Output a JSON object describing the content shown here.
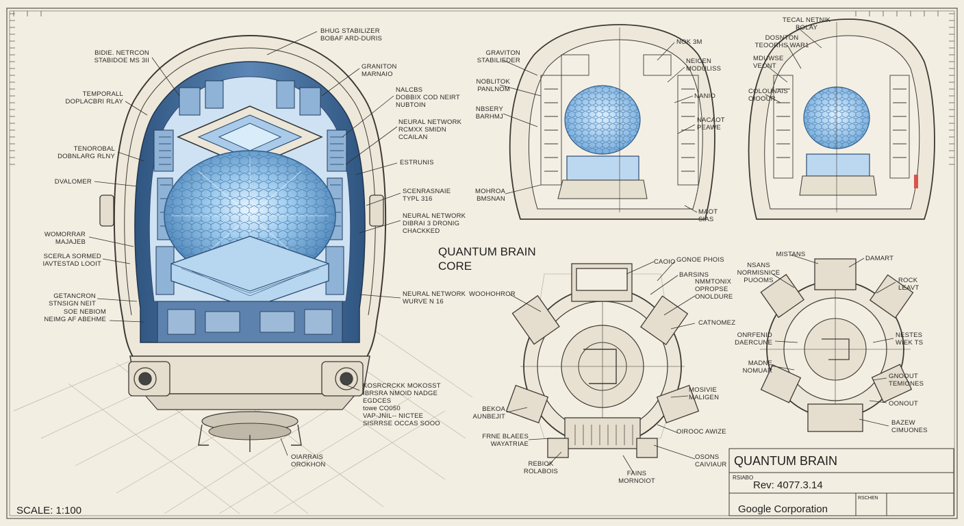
{
  "core_title": [
    "QUANTUM BRAIN",
    "CORE"
  ],
  "scale": "SCALE: 1:100",
  "title_block": {
    "title": "QUANTUM BRAIN",
    "small_label": "RSIABO",
    "revision": "Rev: 4077.3.14",
    "cell_label": "RSCHEN",
    "company": "Google Corporation"
  },
  "left_labels": [
    {
      "id": "bidie-netron",
      "lines": [
        "BIDIE. NETRCON",
        "STABIDOE MS 3II"
      ],
      "anchor": "end"
    },
    {
      "id": "temporall",
      "lines": [
        "TEMPORALL",
        "DOPLACBRI RLAY"
      ],
      "anchor": "end"
    },
    {
      "id": "tenororbal",
      "lines": [
        "TENOROBAL",
        "DOBNLARG RLNY"
      ],
      "anchor": "end"
    },
    {
      "id": "dvalomer",
      "lines": [
        "DVALOMER"
      ],
      "anchor": "end"
    },
    {
      "id": "womorrar",
      "lines": [
        "WOMORRAR",
        "MAJAJEB"
      ],
      "anchor": "end"
    },
    {
      "id": "scerla",
      "lines": [
        "SCERLA SORMED",
        "IAVTESTAD LOOIT"
      ],
      "anchor": "end"
    },
    {
      "id": "getancron",
      "lines": [
        "GETANCRON",
        "STNSIGN NEIT"
      ],
      "anchor": "end"
    },
    {
      "id": "soe-nebiom",
      "lines": [
        "SOE NEBIOM",
        "NEIMG AF ABEHME"
      ],
      "anchor": "end"
    }
  ],
  "right_main_labels": [
    {
      "id": "bhug",
      "lines": [
        "BHUG STABILIZER",
        "BOBAF ARD-DURIS"
      ]
    },
    {
      "id": "graniton",
      "lines": [
        "GRANITON",
        "MARNAIO"
      ]
    },
    {
      "id": "nalcbs",
      "lines": [
        "NALCBS",
        "DOBBIX COD NEIRT",
        "NUBTOIN"
      ]
    },
    {
      "id": "nn1",
      "lines": [
        "NEURAL NETWORK",
        "RCMXX SMIDN",
        "CCAILAN"
      ]
    },
    {
      "id": "estrunis",
      "lines": [
        "ESTRUNIS"
      ]
    },
    {
      "id": "scenrasnaie",
      "lines": [
        "SCENRASNAIE",
        "TYPL 316"
      ]
    },
    {
      "id": "nn2",
      "lines": [
        "NEURAL NETWORK",
        "DIBRAI 3 DRONIG",
        "CHACKKED"
      ]
    },
    {
      "id": "nn3",
      "lines": [
        "NEURAL NETWORK",
        "WURVE N 16"
      ]
    },
    {
      "id": "kosrak",
      "lines": [
        "KOSRCRCKK MOKOSST",
        "IBRSRA NMOID NADGE",
        "EGDCES",
        "towe CO050",
        "VAP-JNIL-- NICTEE",
        "SISRRSE OCCAS SOOO"
      ]
    },
    {
      "id": "oiarrais",
      "lines": [
        "OIARRAIS",
        "OROKHON"
      ]
    }
  ],
  "top_mid_labels": [
    {
      "id": "graviton2",
      "lines": [
        "GRAVITON",
        "STABILIEDER"
      ],
      "anchor": "end"
    },
    {
      "id": "noblitok",
      "lines": [
        "NOBLITOK",
        "PANLNOM"
      ],
      "anchor": "end"
    },
    {
      "id": "nbsery",
      "lines": [
        "NBSERY",
        "BARHMJ"
      ],
      "anchor": "end"
    },
    {
      "id": "mohroa",
      "lines": [
        "MOHROA",
        "BMSNAN"
      ],
      "anchor": "end"
    },
    {
      "id": "nok3m",
      "lines": [
        "NOK 3M"
      ],
      "anchor": "start"
    },
    {
      "id": "neicen",
      "lines": [
        "NEICEN",
        "MODULISS"
      ],
      "anchor": "start"
    },
    {
      "id": "nanio",
      "lines": [
        "NANIO"
      ],
      "anchor": "start"
    },
    {
      "id": "nacaot",
      "lines": [
        "NACAOT",
        "PEAWE"
      ],
      "anchor": "start"
    },
    {
      "id": "maot",
      "lines": [
        "MAOT",
        "SIAS"
      ],
      "anchor": "start"
    }
  ],
  "top_right_labels": [
    {
      "id": "tecal",
      "lines": [
        "TECAL NETNIK",
        "BOLAY"
      ],
      "anchor": "middle"
    },
    {
      "id": "doniton",
      "lines": [
        "DOSNTON",
        "TEOORHS WAR1"
      ],
      "anchor": "middle"
    },
    {
      "id": "mdwuse",
      "lines": [
        "MDUWSE",
        "VEONT"
      ],
      "anchor": "start"
    },
    {
      "id": "colounms",
      "lines": [
        "COLOUNAIS",
        "OIOOUR"
      ],
      "anchor": "start"
    }
  ],
  "bottom_mid_labels": [
    {
      "id": "caoio",
      "lines": [
        "CAOIO"
      ],
      "anchor": "start"
    },
    {
      "id": "gonoe",
      "lines": [
        "GONOE PHOIS"
      ],
      "anchor": "start"
    },
    {
      "id": "barsins",
      "lines": [
        "BARSINS"
      ],
      "anchor": "start"
    },
    {
      "id": "nmmtonx",
      "lines": [
        "NMMTONIX",
        "OPROPSE",
        "ONOLDURE"
      ],
      "anchor": "start"
    },
    {
      "id": "catnomez",
      "lines": [
        "CATNOMEZ"
      ],
      "anchor": "start"
    },
    {
      "id": "woohohror",
      "lines": [
        "WOOHOHROR"
      ],
      "anchor": "start"
    },
    {
      "id": "mosivie",
      "lines": [
        "MOSIVIE",
        "MALIGEN"
      ],
      "anchor": "start"
    },
    {
      "id": "bekoa",
      "lines": [
        "BEKOA",
        "AUNBEJIT"
      ],
      "anchor": "end"
    },
    {
      "id": "frne",
      "lines": [
        "FRNE BLAEES",
        "WAYATRIAE"
      ],
      "anchor": "end"
    },
    {
      "id": "oroc",
      "lines": [
        "OIROOC AWIZE"
      ],
      "anchor": "start"
    },
    {
      "id": "resion",
      "lines": [
        "REBIOK",
        "ROLABOIS"
      ],
      "anchor": "middle"
    },
    {
      "id": "osons",
      "lines": [
        "OSONS",
        "CAIVIAUR"
      ],
      "anchor": "start"
    },
    {
      "id": "fains",
      "lines": [
        "FAINS",
        "MORNOIOT"
      ],
      "anchor": "middle"
    }
  ],
  "bottom_right_labels": [
    {
      "id": "mistans",
      "lines": [
        "MISTANS"
      ],
      "anchor": "middle"
    },
    {
      "id": "damart",
      "lines": [
        "DAMART"
      ],
      "anchor": "start"
    },
    {
      "id": "nsans",
      "lines": [
        "NSANS",
        "NORMISNICE",
        "PUOOMS"
      ],
      "anchor": "middle"
    },
    {
      "id": "rock",
      "lines": [
        "ROCK",
        "LEAVT"
      ],
      "anchor": "start"
    },
    {
      "id": "onrfend",
      "lines": [
        "ONRFENID",
        "DAERCUNE"
      ],
      "anchor": "end"
    },
    {
      "id": "nestes",
      "lines": [
        "NESTES",
        "WIEK TS"
      ],
      "anchor": "start"
    },
    {
      "id": "madne",
      "lines": [
        "MADNE",
        "NOMUAR"
      ],
      "anchor": "end"
    },
    {
      "id": "gnoout",
      "lines": [
        "GNOOUT",
        "TEMIONES"
      ],
      "anchor": "start"
    },
    {
      "id": "oonout",
      "lines": [
        "OONOUT"
      ],
      "anchor": "start"
    },
    {
      "id": "bazew",
      "lines": [
        "BAZEW",
        "CIMUONES"
      ],
      "anchor": "start"
    }
  ]
}
